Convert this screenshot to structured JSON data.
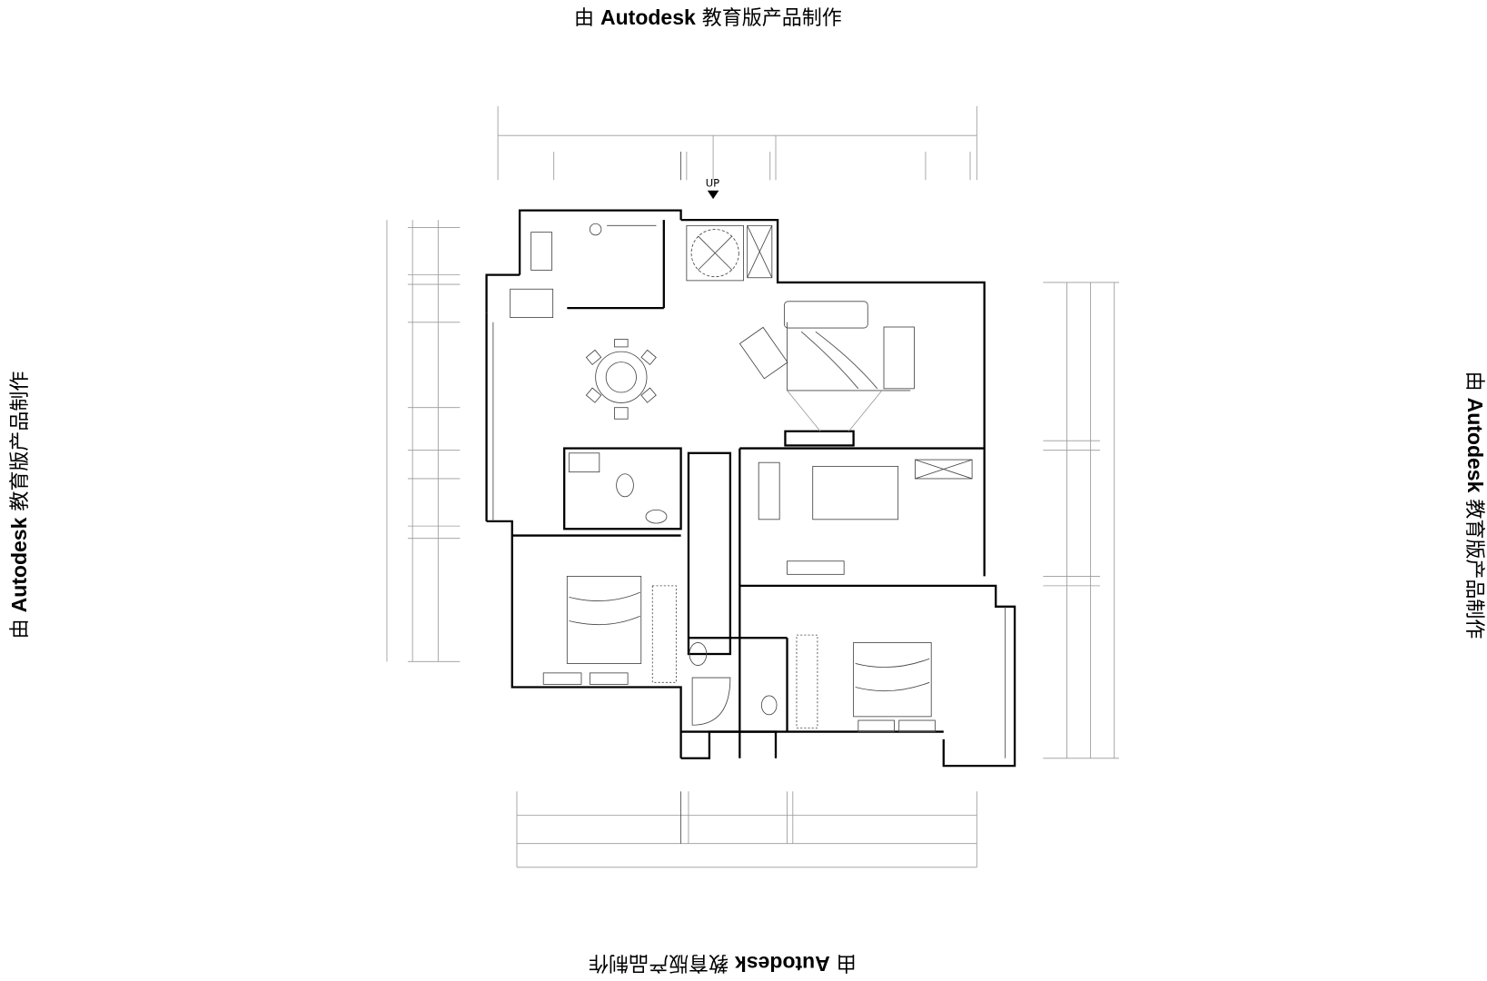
{
  "watermark": {
    "prefix": "由 ",
    "brand": "Autodesk",
    "suffix": " 教育版产品制作"
  },
  "plan": {
    "elevator_label": "UP"
  },
  "colors": {
    "background": "#ffffff",
    "line": "#000000"
  }
}
